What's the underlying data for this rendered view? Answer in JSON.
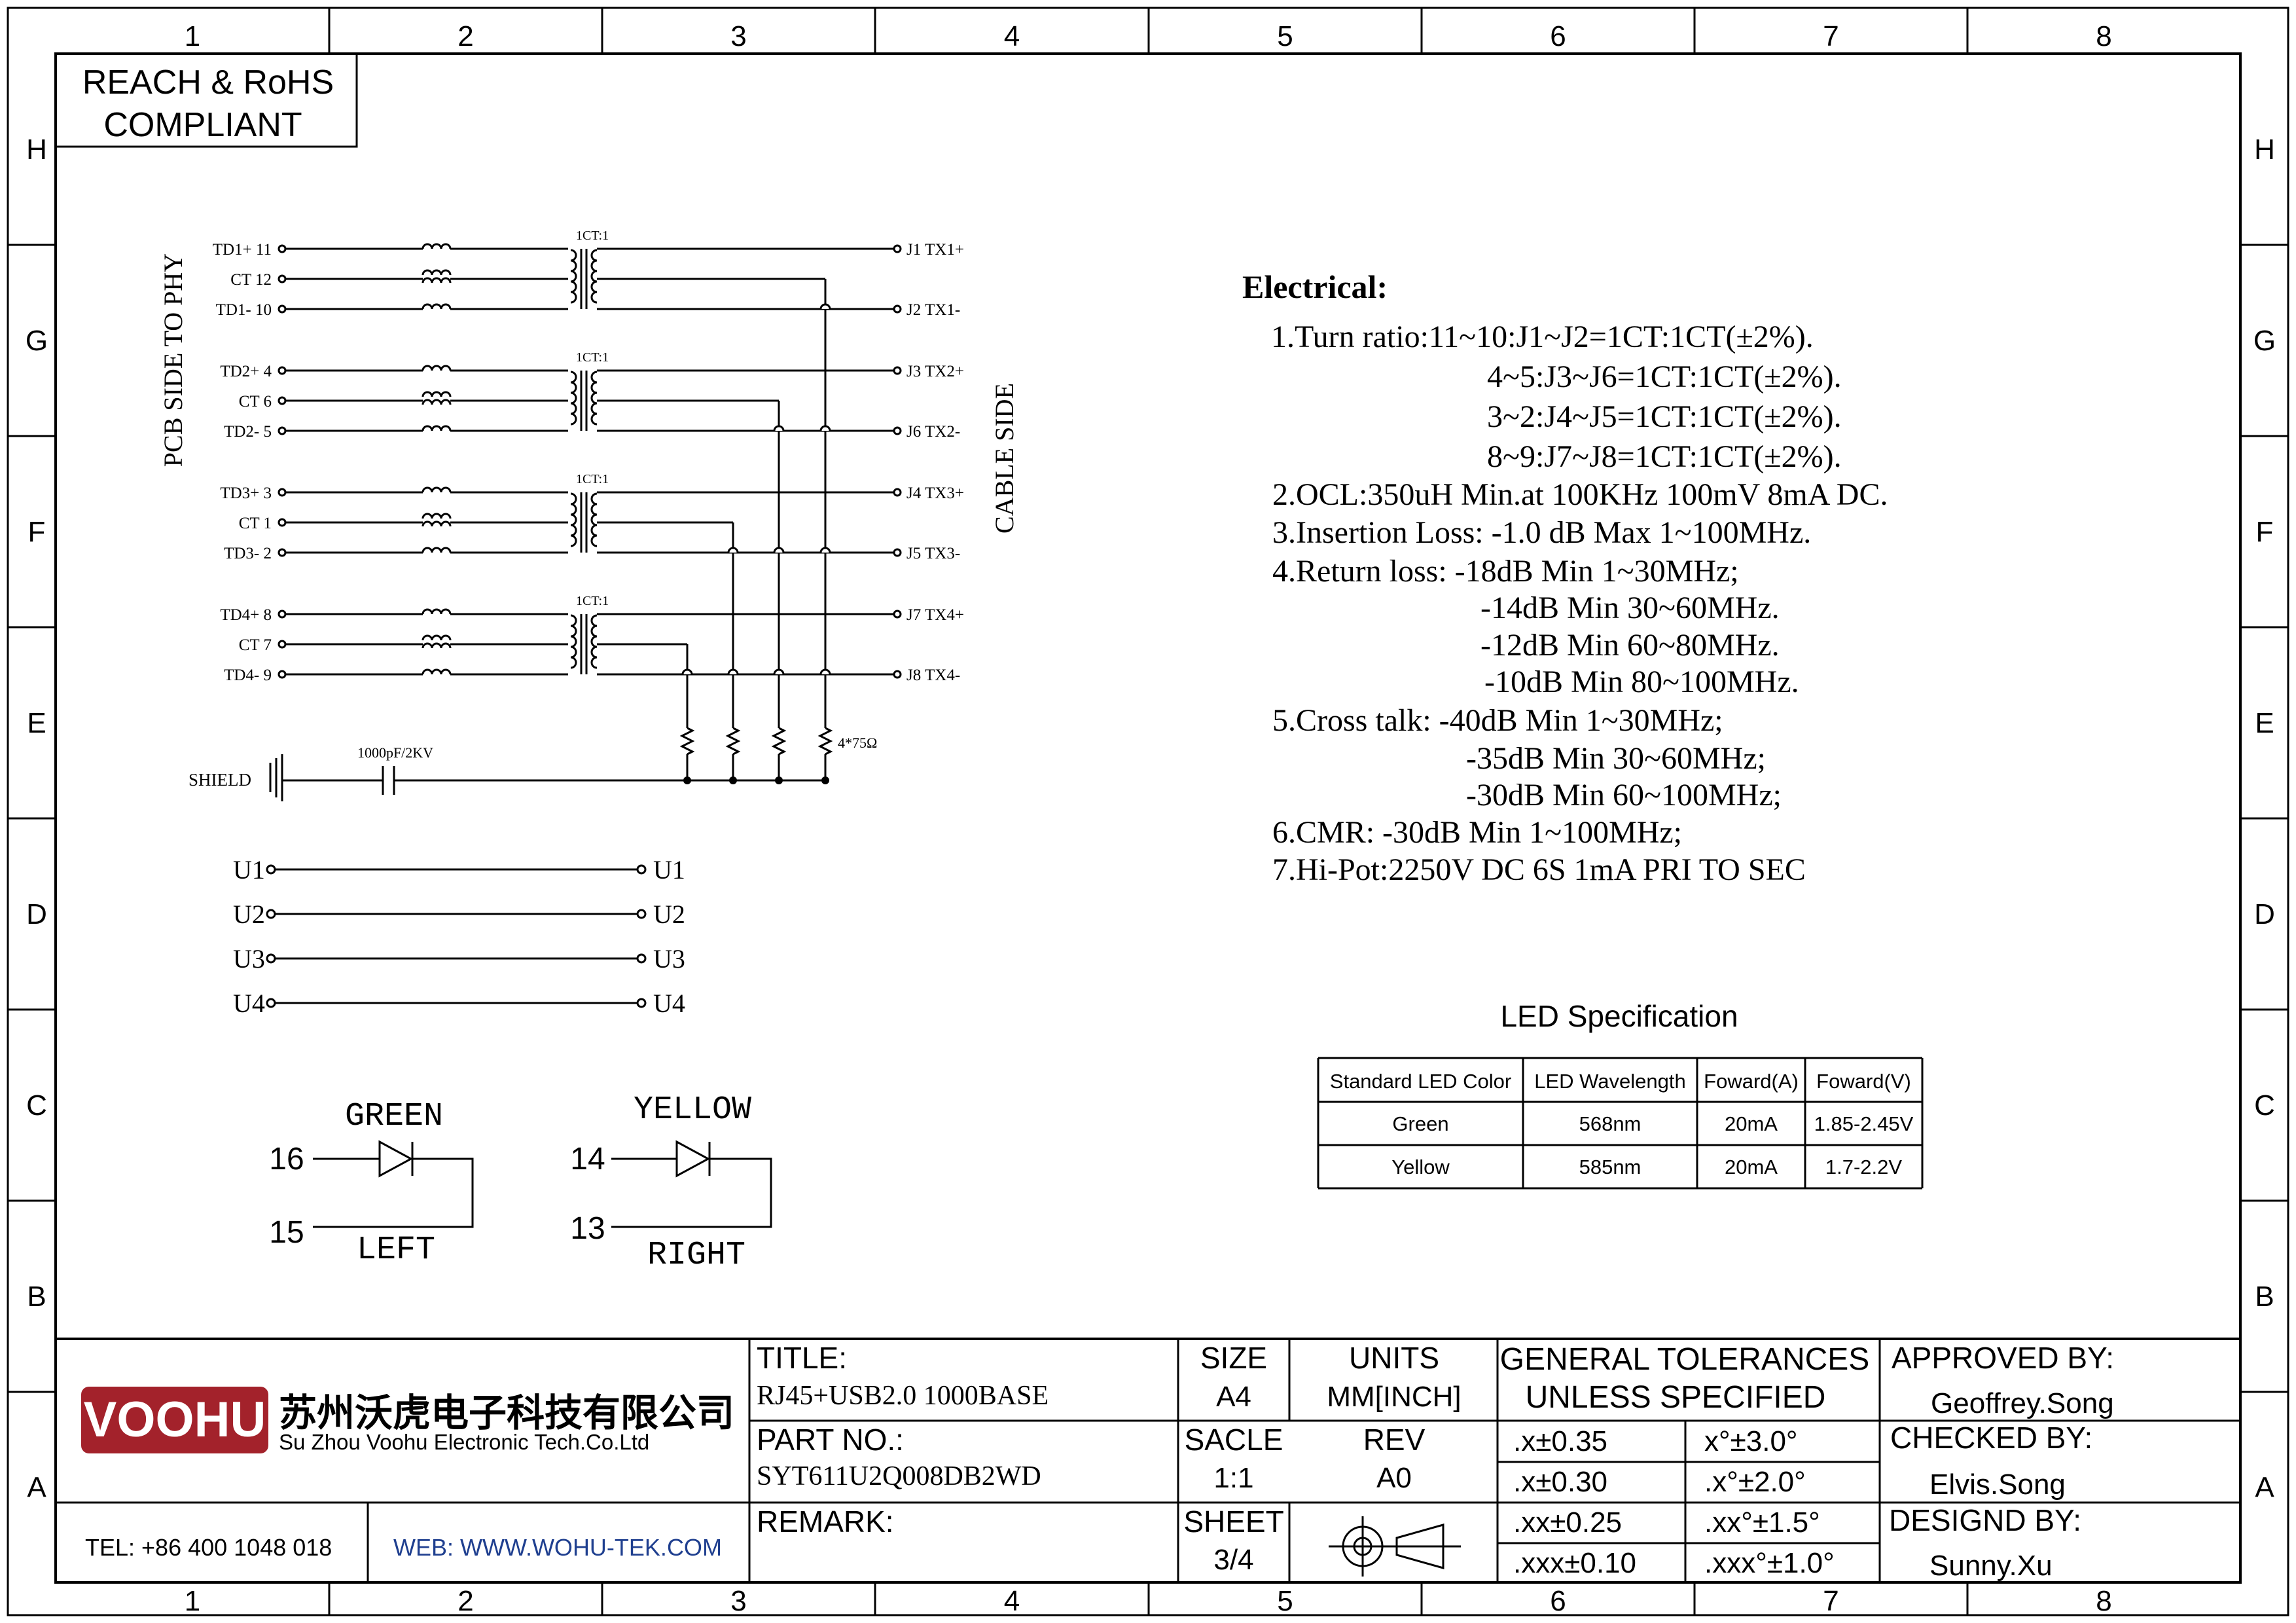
{
  "frame": {
    "columns": [
      "1",
      "2",
      "3",
      "4",
      "5",
      "6",
      "7",
      "8"
    ],
    "rows": [
      "H",
      "G",
      "F",
      "E",
      "D",
      "C",
      "B",
      "A"
    ]
  },
  "compliance": {
    "line1": "REACH & RoHS",
    "line2": "COMPLIANT"
  },
  "schematic": {
    "pcb_side_label": "PCB SIDE TO PHY",
    "cable_side_label": "CABLE SIDE",
    "transformer_ratio": "1CT:1",
    "groups": [
      {
        "left": [
          "TD1+ 11",
          "CT  12",
          "TD1- 10"
        ],
        "right": [
          "J1  TX1+",
          "J2  TX1-"
        ]
      },
      {
        "left": [
          "TD2+ 4",
          "CT  6",
          "TD2- 5"
        ],
        "right": [
          "J3  TX2+",
          "J6  TX2-"
        ]
      },
      {
        "left": [
          "TD3+ 3",
          "CT  1",
          "TD3- 2"
        ],
        "right": [
          "J4  TX3+",
          "J5  TX3-"
        ]
      },
      {
        "left": [
          "TD4+ 8",
          "CT  7",
          "TD4- 9"
        ],
        "right": [
          "J7  TX4+",
          "J8  TX4-"
        ]
      }
    ],
    "resistor_label": "4*75Ω",
    "capacitor_label": "1000pF/2KV",
    "shield_label": "SHIELD",
    "usb_lines": [
      {
        "left": "U1",
        "right": "U1"
      },
      {
        "left": "U2",
        "right": "U2"
      },
      {
        "left": "U3",
        "right": "U3"
      },
      {
        "left": "U4",
        "right": "U4"
      }
    ]
  },
  "leds": {
    "green": {
      "name": "GREEN",
      "pin_top": "16",
      "pin_bottom": "15",
      "side": "LEFT"
    },
    "yellow": {
      "name": "YELLOW",
      "pin_top": "14",
      "pin_bottom": "13",
      "side": "RIGHT"
    }
  },
  "electrical": {
    "heading": "Electrical:",
    "lines": [
      "1.Turn ratio:11~10:J1~J2=1CT:1CT(±2%).",
      "4~5:J3~J6=1CT:1CT(±2%).",
      "3~2:J4~J5=1CT:1CT(±2%).",
      "8~9:J7~J8=1CT:1CT(±2%).",
      "2.OCL:350uH Min.at 100KHz 100mV 8mA DC.",
      "3.Insertion Loss: -1.0 dB Max 1~100MHz.",
      "4.Return loss: -18dB Min 1~30MHz;",
      "-14dB Min 30~60MHz.",
      "-12dB Min 60~80MHz.",
      "-10dB Min 80~100MHz.",
      "5.Cross talk: -40dB Min 1~30MHz;",
      "-35dB Min 30~60MHz;",
      "-30dB Min 60~100MHz;",
      "6.CMR: -30dB Min 1~100MHz;",
      "7.Hi-Pot:2250V DC 6S 1mA PRI TO SEC"
    ]
  },
  "led_spec": {
    "title": "LED Specification",
    "headers": [
      "Standard LED Color",
      "LED Wavelength",
      "Foward(A)",
      "Foward(V)"
    ],
    "rows": [
      [
        "Green",
        "568nm",
        "20mA",
        "1.85-2.45V"
      ],
      [
        "Yellow",
        "585nm",
        "20mA",
        "1.7-2.2V"
      ]
    ]
  },
  "title_block": {
    "company_logo": "VOOHU",
    "company_cn": "苏州沃虎电子科技有限公司",
    "company_en": "Su Zhou Voohu Electronic Tech.Co.Ltd",
    "tel": "TEL: +86 400 1048 018",
    "web": "WEB: WWW.WOHU-TEK.COM",
    "title_label": "TITLE:",
    "title_value": "RJ45+USB2.0 1000BASE",
    "part_label": "PART NO.:",
    "part_value": "SYT611U2Q008DB2WD",
    "remark_label": "REMARK:",
    "size_label": "SIZE",
    "size_value": "A4",
    "units_label": "UNITS",
    "units_value": "MM[INCH]",
    "scale_label": "SACLE",
    "scale_value": "1:1",
    "rev_label": "REV",
    "rev_value": "A0",
    "sheet_label": "SHEET",
    "sheet_value": "3/4",
    "tol_line1": "GENERAL TOLERANCES",
    "tol_line2": "UNLESS SPECIFIED",
    "tolerances": [
      [
        ".x±0.35",
        "x°±3.0°"
      ],
      [
        ".x±0.30",
        ".x°±2.0°"
      ],
      [
        ".xx±0.25",
        ".xx°±1.5°"
      ],
      [
        ".xxx±0.10",
        ".xxx°±1.0°"
      ]
    ],
    "approved_label": "APPROVED BY:",
    "approved_value": "Geoffrey.Song",
    "checked_label": "CHECKED BY:",
    "checked_value": "Elvis.Song",
    "designed_label": "DESIGND BY:",
    "designed_value": "Sunny.Xu"
  },
  "colors": {
    "logo_red": "#a3222b",
    "web_blue": "#1f3f8f"
  }
}
